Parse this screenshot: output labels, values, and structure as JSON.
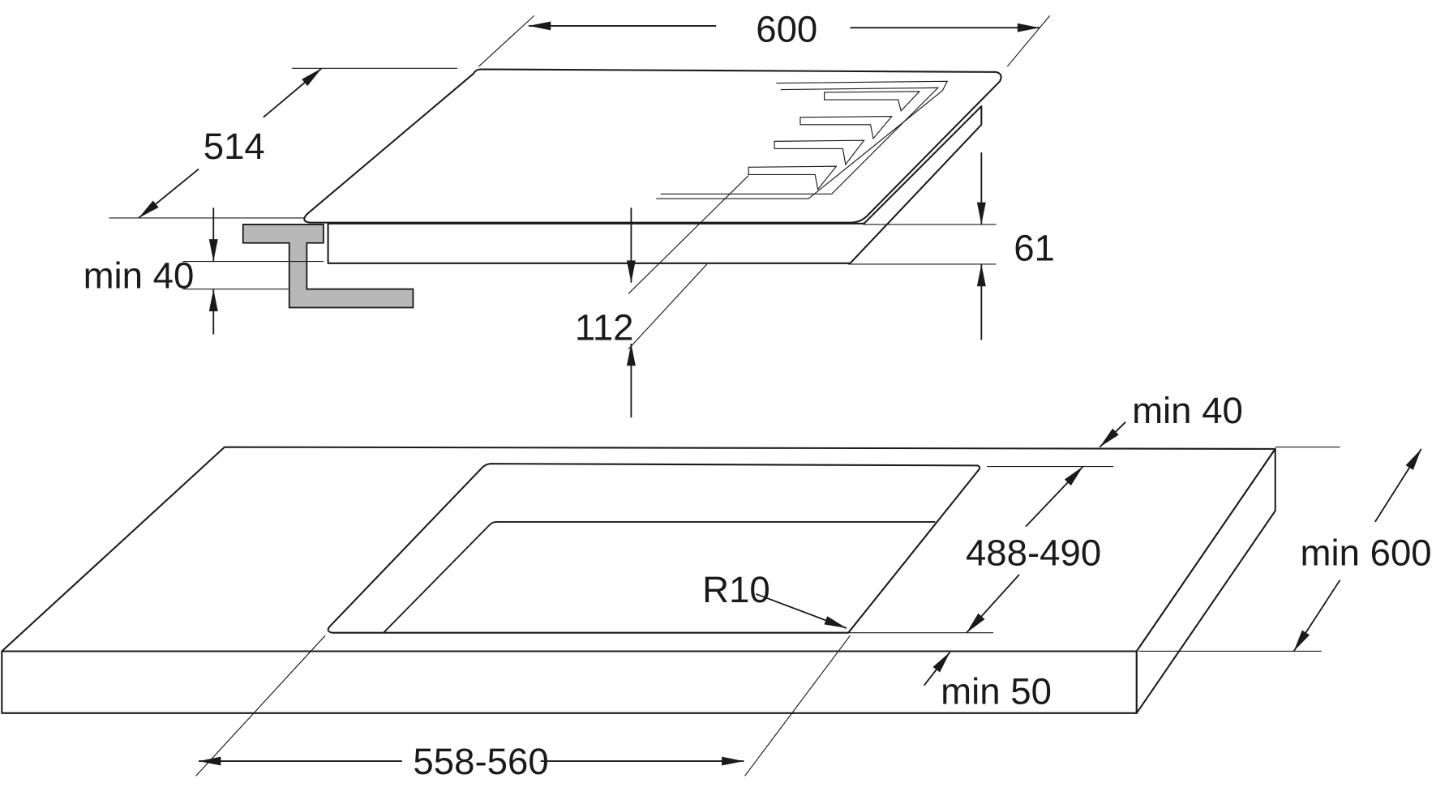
{
  "title": "Built-in hob dimensions and cut-out diagram",
  "dimensions": {
    "hob_width": "600",
    "hob_depth": "514",
    "hob_height": "61",
    "clearance_below": "112",
    "wall_min_side": "min 40",
    "back_min": "min 40",
    "cutout_depth": "488-490",
    "corner_radius": "R10",
    "worktop_depth": "min 600",
    "front_min": "min 50",
    "cutout_width": "558-560"
  },
  "colors": {
    "line": "#1a1a1a",
    "bracket": "#b8b8b8"
  }
}
